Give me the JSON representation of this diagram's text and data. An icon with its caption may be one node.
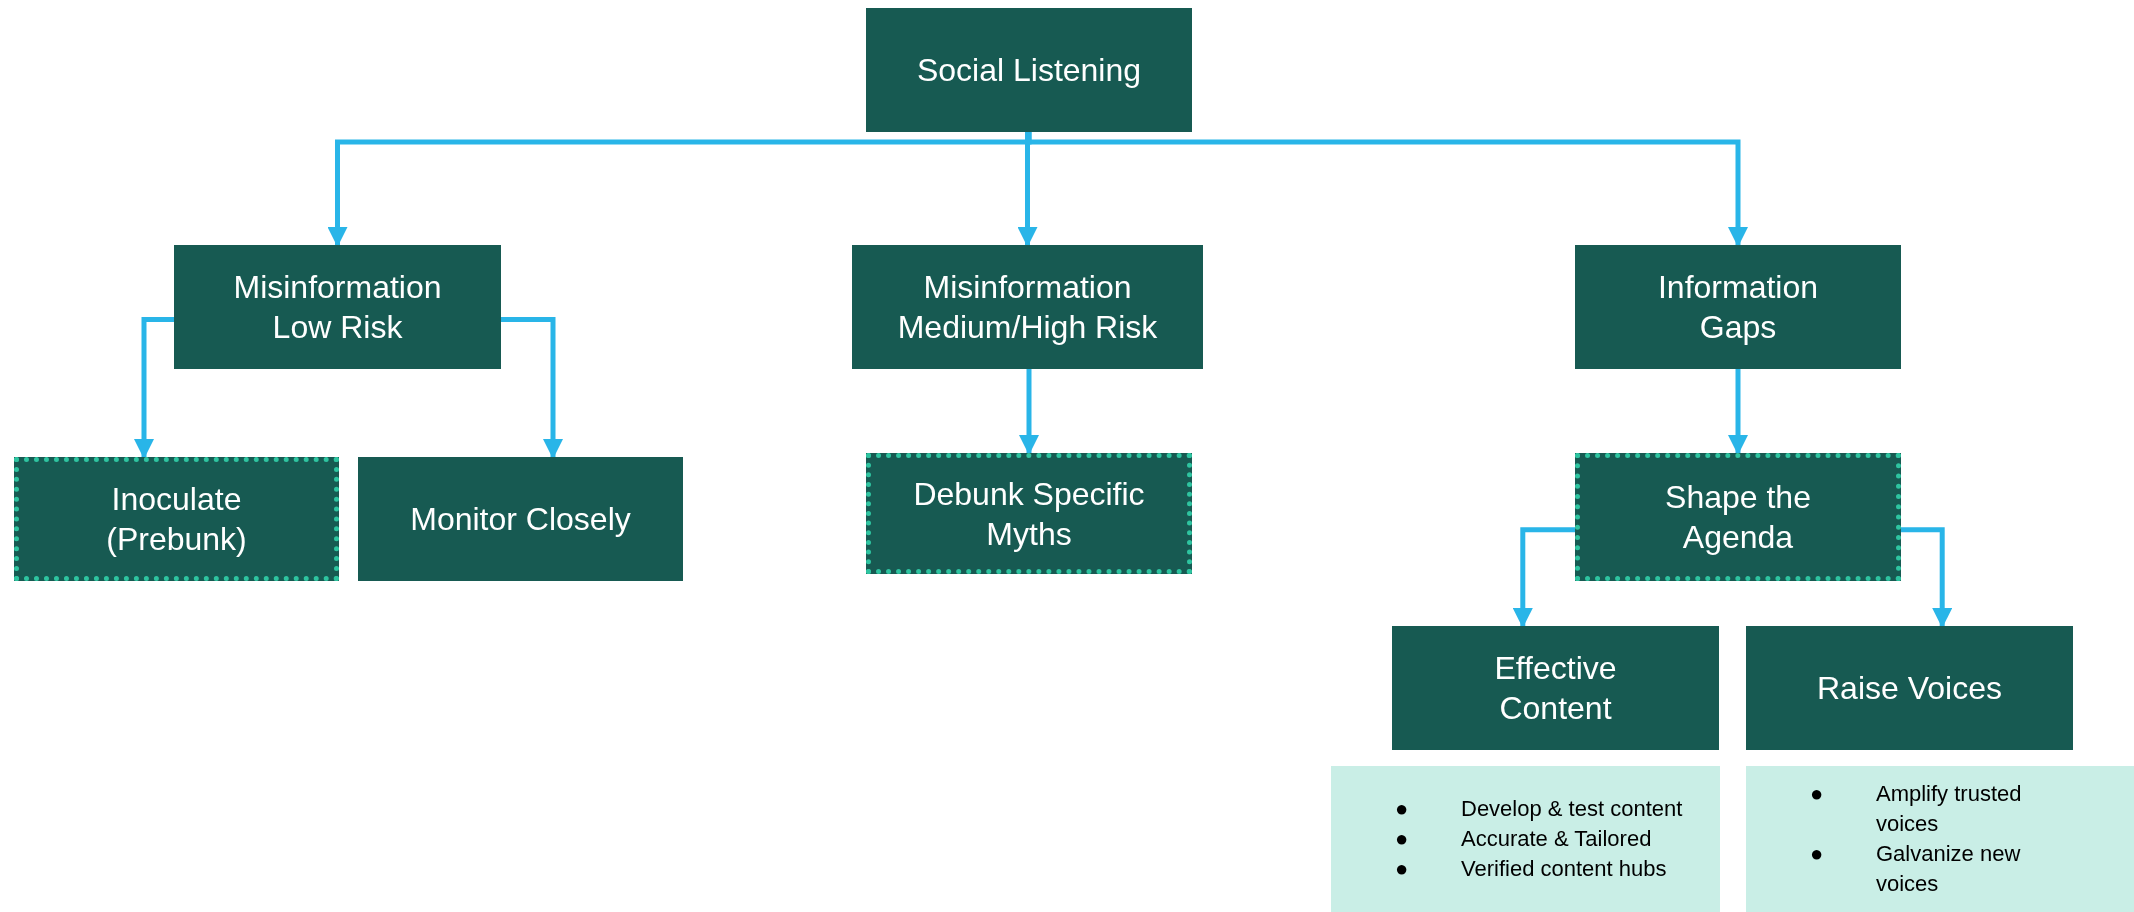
{
  "diagram": {
    "nodes": [
      {
        "text": [
          "Social Listening"
        ]
      },
      {
        "text": [
          "Misinformation Low Risk"
        ]
      },
      {
        "text": [
          "Misinformation Medium/High Risk"
        ]
      },
      {
        "text": [
          "Information Gaps"
        ]
      },
      {
        "text": [
          "Inoculate (Prebunk)"
        ]
      },
      {
        "text": [
          "Monitor Closely"
        ]
      },
      {
        "text": [
          "Debunk Specific Myths"
        ]
      },
      {
        "text": [
          "Shape the Agenda"
        ]
      },
      {
        "text": [
          "Effective Content"
        ]
      },
      {
        "text": [
          "Raise Voices"
        ]
      },
      {
        "text": [
          "Develop & test content",
          "Accurate & Tailored",
          "Verified content hubs"
        ]
      },
      {
        "text": [
          "Amplify trusted voices",
          "Galvanize new voices"
        ]
      }
    ],
    "edges": [
      {
        "from": 0,
        "to": 1,
        "arrow": "to"
      },
      {
        "from": 0,
        "to": 2,
        "arrow": "to"
      },
      {
        "from": 0,
        "to": 3,
        "arrow": "to"
      },
      {
        "from": 1,
        "to": 4,
        "arrow": "to"
      },
      {
        "from": 1,
        "to": 5,
        "arrow": "to"
      },
      {
        "from": 2,
        "to": 6,
        "arrow": "to"
      },
      {
        "from": 3,
        "to": 7,
        "arrow": "to"
      },
      {
        "from": 7,
        "to": 8,
        "arrow": "to"
      },
      {
        "from": 7,
        "to": 9,
        "arrow": "to"
      }
    ],
    "labels": [
      "●",
      "●",
      "●",
      "●",
      "●"
    ]
  }
}
